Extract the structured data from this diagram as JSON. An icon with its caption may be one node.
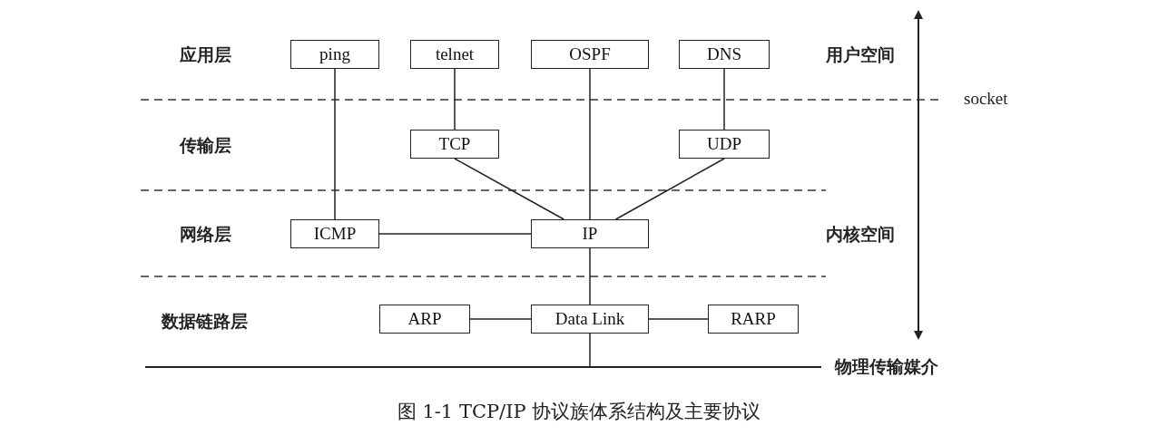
{
  "diagram": {
    "caption": "图 1-1 TCP/IP 协议族体系结构及主要协议",
    "nodes": [
      {
        "text": [
          "ping"
        ]
      },
      {
        "text": [
          "telnet"
        ]
      },
      {
        "text": [
          "OSPF"
        ]
      },
      {
        "text": [
          "DNS"
        ]
      },
      {
        "text": [
          "TCP"
        ]
      },
      {
        "text": [
          "UDP"
        ]
      },
      {
        "text": [
          "ICMP"
        ]
      },
      {
        "text": [
          "IP"
        ]
      },
      {
        "text": [
          "ARP"
        ]
      },
      {
        "text": [
          "Data Link"
        ]
      },
      {
        "text": [
          "RARP"
        ]
      },
      {
        "text": [
          "物理传输媒介"
        ]
      }
    ],
    "edges": [
      {
        "from": 0,
        "to": 6,
        "arrow": "none"
      },
      {
        "from": 1,
        "to": 4,
        "arrow": "none"
      },
      {
        "from": 2,
        "to": 7,
        "arrow": "none"
      },
      {
        "from": 3,
        "to": 5,
        "arrow": "none"
      },
      {
        "from": 4,
        "to": 7,
        "arrow": "none"
      },
      {
        "from": 5,
        "to": 7,
        "arrow": "none"
      },
      {
        "from": 6,
        "to": 7,
        "arrow": "none"
      },
      {
        "from": 7,
        "to": 9,
        "arrow": "none"
      },
      {
        "from": 8,
        "to": 9,
        "arrow": "none"
      },
      {
        "from": 9,
        "to": 10,
        "arrow": "none"
      },
      {
        "from": 9,
        "to": 11,
        "arrow": "none"
      }
    ],
    "labels": [
      "应用层",
      "用户空间",
      "socket",
      "传输层",
      "网络层",
      "内核空间",
      "数据链路层"
    ]
  }
}
